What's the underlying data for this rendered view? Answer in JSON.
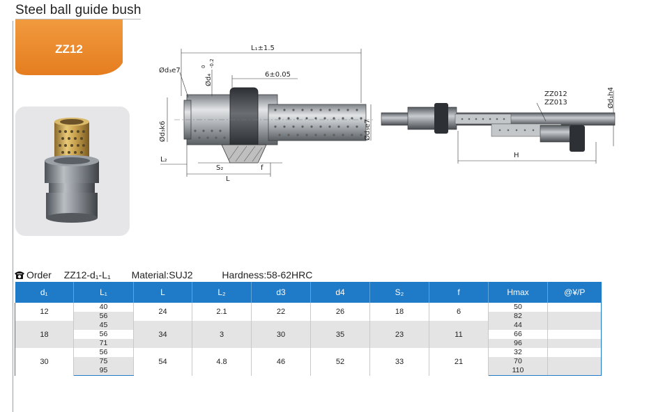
{
  "page": {
    "title": "Steel ball guide bush"
  },
  "product": {
    "code": "ZZ12"
  },
  "drawing": {
    "L1": "L₁±1.5",
    "d3e7_left": "Ød₃e7",
    "d4": "Ød₄",
    "d4_tol_upper": "0",
    "d4_tol_lower": "-0.2",
    "six": "6±0.05",
    "d3k6": "Ød₃k6",
    "d3e7_right": "Ød₃e7",
    "L2": "L₂",
    "S2": "S₂",
    "f": "f",
    "L": "L",
    "zz012": "ZZ012",
    "zz013": "ZZ013",
    "d1h4": "Ød₁h4",
    "H": "H"
  },
  "order": {
    "label": "Order",
    "code": "ZZ12-d₁-L₁",
    "material": "Material:SUJ2",
    "hardness": "Hardness:58-62HRC"
  },
  "table": {
    "headers": [
      "d₁",
      "L₁",
      "L",
      "L₂",
      "d3",
      "d4",
      "S₂",
      "f",
      "Hmax",
      "@¥/P"
    ],
    "groups": [
      {
        "d1": "12",
        "L1": [
          "40",
          "56"
        ],
        "L": "24",
        "L2": "2.1",
        "d3": "22",
        "d4": "26",
        "S2": "18",
        "f": "6",
        "Hmax": [
          "50",
          "82"
        ]
      },
      {
        "d1": "18",
        "L1": [
          "45",
          "56",
          "71"
        ],
        "L": "34",
        "L2": "3",
        "d3": "30",
        "d4": "35",
        "S2": "23",
        "f": "11",
        "Hmax": [
          "44",
          "66",
          "96"
        ]
      },
      {
        "d1": "30",
        "L1": [
          "56",
          "75",
          "95"
        ],
        "L": "54",
        "L2": "4.8",
        "d3": "46",
        "d4": "52",
        "S2": "33",
        "f": "21",
        "Hmax": [
          "32",
          "70",
          "110"
        ]
      }
    ]
  },
  "colors": {
    "accent_orange": "#ee8a2e",
    "table_header_blue": "#1f7ac7",
    "row_gray": "#e4e4e4"
  }
}
